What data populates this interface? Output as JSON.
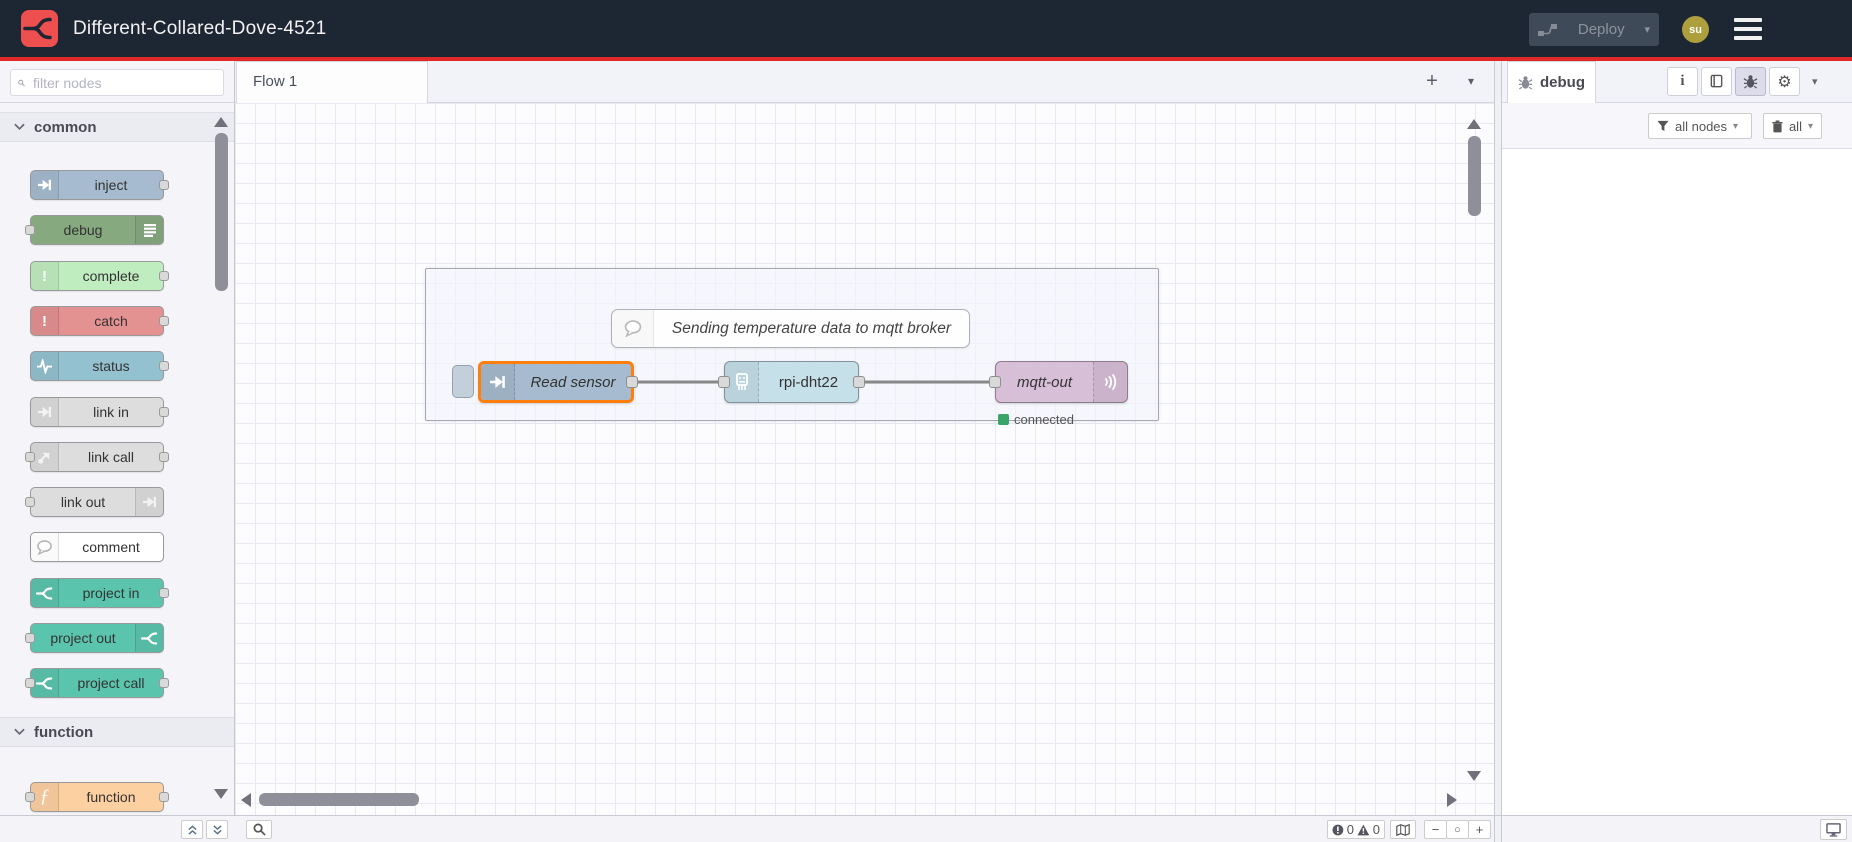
{
  "header": {
    "title": "Different-Collared-Dove-4521",
    "deploy_label": "Deploy",
    "user_initials": "su",
    "bg_color": "#1d2633",
    "accent_line_color": "#e02929",
    "logo_color": "#ee4f4f",
    "avatar_color": "#ad9e3e"
  },
  "palette": {
    "filter_placeholder": "filter nodes",
    "categories": [
      {
        "label": "common",
        "nodes": [
          {
            "label": "inject",
            "color": "#a6bbcf"
          },
          {
            "label": "debug",
            "color": "#87a980"
          },
          {
            "label": "complete",
            "color": "#c0edc0"
          },
          {
            "label": "catch",
            "color": "#e49191"
          },
          {
            "label": "status",
            "color": "#94c1d0"
          },
          {
            "label": "link in",
            "color": "#dddddd"
          },
          {
            "label": "link call",
            "color": "#dddddd"
          },
          {
            "label": "link out",
            "color": "#dddddd"
          },
          {
            "label": "comment",
            "color": "#ffffff"
          },
          {
            "label": "project in",
            "color": "#5bc4ad"
          },
          {
            "label": "project out",
            "color": "#5bc4ad"
          },
          {
            "label": "project call",
            "color": "#5bc4ad"
          }
        ]
      },
      {
        "label": "function",
        "nodes": [
          {
            "label": "function",
            "color": "#fdd0a2"
          }
        ]
      }
    ]
  },
  "workspace": {
    "tabs": [
      {
        "label": "Flow 1"
      }
    ],
    "selection_color": "#ff7f0e",
    "comment_node": {
      "label": "Sending temperature data to mqtt broker"
    },
    "flow_nodes": [
      {
        "label": "Read sensor",
        "color": "#a6bbcf",
        "selected": true
      },
      {
        "label": "rpi-dht22",
        "color": "#c6e0ea"
      },
      {
        "label": "mqtt-out",
        "color": "#d8bfd8",
        "status": {
          "label": "connected",
          "color": "#3aa569"
        }
      }
    ]
  },
  "sidebar": {
    "active_tab_label": "debug",
    "filter_button_label": "all nodes",
    "clear_button_label": "all"
  },
  "footer": {
    "error_count": "0",
    "warning_count": "0"
  },
  "glyphs": {
    "caret_down": "▾",
    "plus": "+",
    "info": "i",
    "gear": "⚙",
    "function_f": "ƒ",
    "exclamation": "!",
    "zoom_out": "−",
    "zoom_reset": "○",
    "zoom_in": "+"
  }
}
